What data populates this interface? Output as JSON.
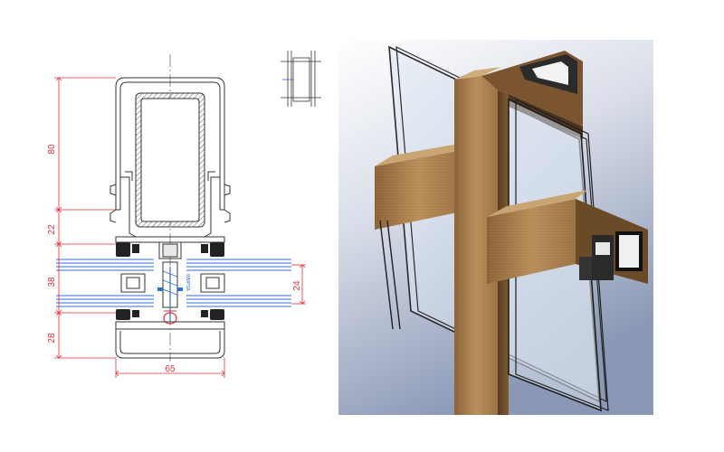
{
  "colors": {
    "dimension": "#e0303a",
    "outline": "#333333",
    "glass": "#2f6fd0",
    "gasket": "#222222",
    "bronze": "#a47a48",
    "bronze_dark": "#6a4a28",
    "render_bg_top": "#ffffff",
    "render_bg_bottom": "#8a97b5"
  },
  "drawing": {
    "dimensions": {
      "height_top": "80",
      "height_mid": "22",
      "height_glass": "38",
      "height_bottom": "28",
      "glass_inner": "24",
      "width_bottom": "65"
    },
    "stamp_text": "WMPSA"
  },
  "icons": {
    "thumbnail": "mullion-section-icon"
  }
}
